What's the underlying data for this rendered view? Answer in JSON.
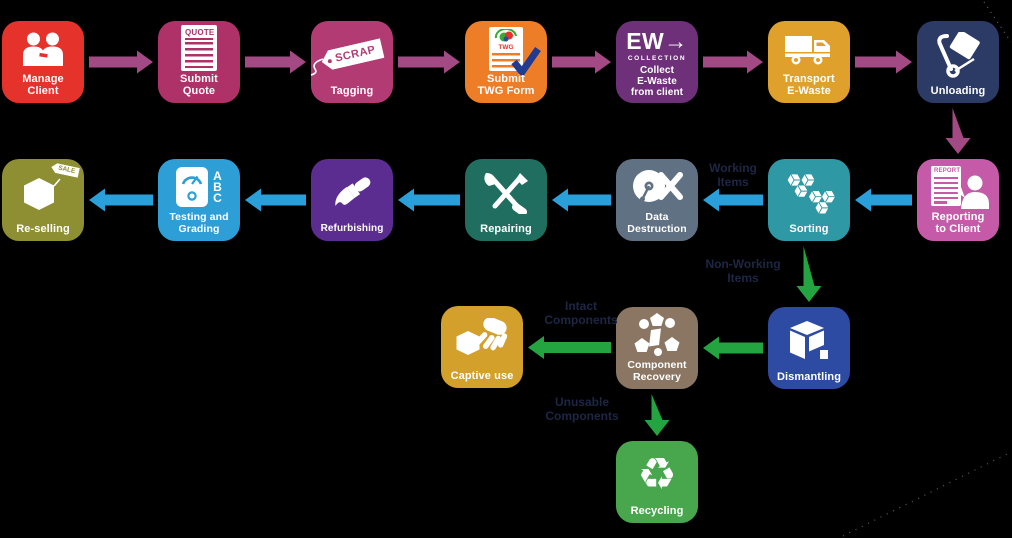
{
  "background_color": "#000000",
  "colors": {
    "arrow_purple": "#a34a85",
    "arrow_blue": "#2aa0da",
    "arrow_green": "#23a440",
    "edge_label_text": "#1d2745"
  },
  "nodes": [
    {
      "id": "manage-client",
      "label": "Manage\nClient",
      "color": "#e5322b",
      "icon": "two-people-icon"
    },
    {
      "id": "submit-quote",
      "label": "Submit\nQuote",
      "color": "#ae3168",
      "icon": "quote-document-icon",
      "icon_text": "QUOTE"
    },
    {
      "id": "tagging",
      "label": "Tagging",
      "color": "#b23b74",
      "icon": "scrap-tag-icon",
      "icon_text": "SCRAP"
    },
    {
      "id": "submit-twg-form",
      "label": "Submit\nTWG Form",
      "color": "#ee7d27",
      "icon": "twg-form-icon",
      "icon_text": "TWG"
    },
    {
      "id": "collect-ewaste",
      "label": "Collect\nE-Waste\nfrom client",
      "color": "#6e3079",
      "icon": "ew-collection-icon",
      "icon_text": "EW→",
      "icon_text2": "COLLECTION"
    },
    {
      "id": "transport-ewaste",
      "label": "Transport\nE-Waste",
      "color": "#dfa02c",
      "icon": "truck-icon"
    },
    {
      "id": "unloading",
      "label": "Unloading",
      "color": "#2c3a66",
      "icon": "hand-truck-icon"
    },
    {
      "id": "reporting-to-client",
      "label": "Reporting\nto Client",
      "color": "#c55ba8",
      "icon": "report-person-icon",
      "icon_text": "REPORT"
    },
    {
      "id": "sorting",
      "label": "Sorting",
      "color": "#2e98a4",
      "icon": "cubes-icon"
    },
    {
      "id": "data-destruction",
      "label": "Data\nDestruction",
      "color": "#617184",
      "icon": "disk-destroy-icon"
    },
    {
      "id": "repairing",
      "label": "Repairing",
      "color": "#206e60",
      "icon": "tools-icon"
    },
    {
      "id": "refurbishing",
      "label": "Refurbishing",
      "color": "#5c2d90",
      "icon": "paintbrush-icon"
    },
    {
      "id": "testing-grading",
      "label": "Testing and\nGrading",
      "color": "#2d9fd6",
      "icon": "meter-abc-icon",
      "icon_text": "A\nB\nC"
    },
    {
      "id": "re-selling",
      "label": "Re-selling",
      "color": "#8e8e33",
      "icon": "sale-box-icon",
      "icon_text": "SALE"
    },
    {
      "id": "dismantling",
      "label": "Dismantling",
      "color": "#2e4ba4",
      "icon": "cube-parts-icon"
    },
    {
      "id": "component-recovery",
      "label": "Component\nRecovery",
      "color": "#8b7663",
      "icon": "shapes-icon"
    },
    {
      "id": "captive-use",
      "label": "Captive use",
      "color": "#d2a02b",
      "icon": "hand-box-icon"
    },
    {
      "id": "recycling",
      "label": "Recycling",
      "color": "#48a64d",
      "icon": "recycle-icon",
      "icon_glyph": "♻"
    }
  ],
  "arrows": [
    {
      "from": "manage-client",
      "to": "submit-quote",
      "color": "purple"
    },
    {
      "from": "submit-quote",
      "to": "tagging",
      "color": "purple"
    },
    {
      "from": "tagging",
      "to": "submit-twg-form",
      "color": "purple"
    },
    {
      "from": "submit-twg-form",
      "to": "collect-ewaste",
      "color": "purple"
    },
    {
      "from": "collect-ewaste",
      "to": "transport-ewaste",
      "color": "purple"
    },
    {
      "from": "transport-ewaste",
      "to": "unloading",
      "color": "purple"
    },
    {
      "from": "unloading",
      "to": "reporting-to-client",
      "color": "purple"
    },
    {
      "from": "reporting-to-client",
      "to": "sorting",
      "color": "blue"
    },
    {
      "from": "sorting",
      "to": "data-destruction",
      "color": "blue"
    },
    {
      "from": "data-destruction",
      "to": "repairing",
      "color": "blue"
    },
    {
      "from": "repairing",
      "to": "refurbishing",
      "color": "blue"
    },
    {
      "from": "refurbishing",
      "to": "testing-grading",
      "color": "blue"
    },
    {
      "from": "testing-grading",
      "to": "re-selling",
      "color": "blue"
    },
    {
      "from": "sorting",
      "to": "dismantling",
      "color": "green"
    },
    {
      "from": "dismantling",
      "to": "component-recovery",
      "color": "green"
    },
    {
      "from": "component-recovery",
      "to": "captive-use",
      "color": "green"
    },
    {
      "from": "component-recovery",
      "to": "recycling",
      "color": "green"
    }
  ],
  "edge_labels": [
    {
      "id": "working-items",
      "text": "Working\nItems"
    },
    {
      "id": "non-working-items",
      "text": "Non-Working\nItems"
    },
    {
      "id": "intact-components",
      "text": "Intact\nComponents"
    },
    {
      "id": "unusable-components",
      "text": "Unusable\nComponents"
    }
  ]
}
